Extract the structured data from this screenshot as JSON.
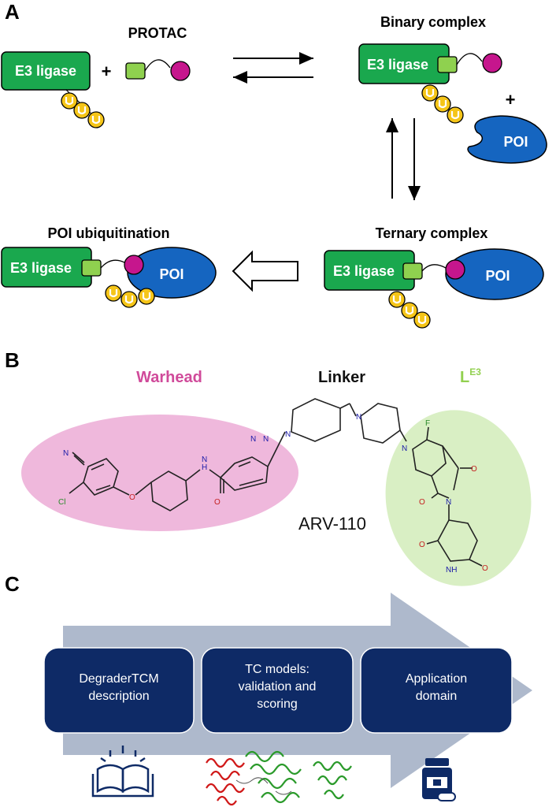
{
  "panel_a": {
    "label": "A",
    "protac_title": "PROTAC",
    "binary_title": "Binary complex",
    "ternary_title": "Ternary complex",
    "ubiquitination_title": "POI ubiquitination",
    "e3_label": "E3 ligase",
    "poi_label": "POI",
    "plus": "+",
    "ubiquitin": "U"
  },
  "panel_b": {
    "label": "B",
    "warhead": "Warhead",
    "linker": "Linker",
    "le3_base": "L",
    "le3_sup": "E3",
    "molecule_name": "ARV-110",
    "atoms": {
      "n": "N",
      "nh": "NH",
      "h": "H",
      "o": "O",
      "cl": "Cl",
      "f": "F"
    }
  },
  "panel_c": {
    "label": "C",
    "boxes": [
      [
        "DegraderTCM",
        "description"
      ],
      [
        "TC models:",
        "validation and",
        "scoring"
      ],
      [
        "Application",
        "domain"
      ]
    ]
  },
  "colors": {
    "e3_green": "#1aa84e",
    "warhead_square": "#8fd14f",
    "warhead_ball": "#c6168d",
    "poi_blue": "#1565c0",
    "ubiquitin_yellow": "#f5c518",
    "warhead_text": "#d04a9a",
    "le3_text": "#92d050",
    "warhead_ellipse": "#efb8dc",
    "le3_ellipse": "#d9efc4",
    "box_navy": "#0e2a66",
    "arrow_gray": "#aeb9cc"
  }
}
